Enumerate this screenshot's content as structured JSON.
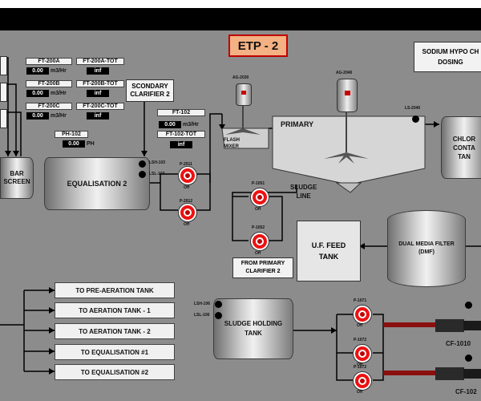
{
  "title": "ETP - 2",
  "colors": {
    "accent": "#f4b183",
    "accent_border": "#c00000",
    "background": "#8c8c8c",
    "pump": "#e11111"
  },
  "flow_meters": [
    {
      "tag": "FT-200A",
      "value": "0.00",
      "unit": "m3/Hr"
    },
    {
      "tag": "FT-200B",
      "value": "0.00",
      "unit": "m3/Hr"
    },
    {
      "tag": "FT-200C",
      "value": "0.00",
      "unit": "m3/Hr"
    }
  ],
  "totalizers": [
    {
      "tag": "FT-200A-TOT",
      "value": "inf"
    },
    {
      "tag": "FT-200B-TOT",
      "value": "inf"
    },
    {
      "tag": "FT-200C-TOT",
      "value": "inf"
    }
  ],
  "ft102": {
    "tag": "FT-102",
    "value": "0.00",
    "unit": "m3/Hr",
    "tot_tag": "FT-102-TOT",
    "tot_value": "inf"
  },
  "ph102": {
    "tag": "PH-102",
    "value": "0.00",
    "unit": "PH"
  },
  "labels": {
    "scondary_clarifier": "SCONDARY\nCLARIFIER 2",
    "sodium_hypo": "SODIUM HYPO CH\nDOSING",
    "bar_screen": "BAR\nSCREEN",
    "equalisation": "EQUALISATION 2",
    "flash_mixer": "FLASH\nMIXER",
    "primary": "PRIMARY",
    "sludge_line": "SLUDGE\nLINE",
    "chlor_tank": "CHLOR\nCONTA\nTAN",
    "uf_feed_tank": "U.F. FEED\nTANK",
    "dmf": "DUAL MEDIA FILTER\n(DMF)",
    "from_primary": "FROM PRIMARY\nCLARIFIER 2",
    "sludge_holding": "SLUDGE HOLDING\nTANK",
    "ag2030": "AG-2030",
    "ag2040": "AG-2040",
    "ls2040": "LS-2040",
    "lsh103": "LSH-103",
    "lsl103": "LSL-103",
    "lsh106": "LSH-106",
    "lsl106": "LSL-106",
    "cf1010": "CF-1010",
    "cf1020": "CF-102"
  },
  "pumps": [
    {
      "tag": "P-2011",
      "state": "Off"
    },
    {
      "tag": "P-2012",
      "state": "Off"
    },
    {
      "tag": "P-1051",
      "state": "Off"
    },
    {
      "tag": "P-1052",
      "state": "Off"
    },
    {
      "tag": "P-1071",
      "state": "Off"
    },
    {
      "tag": "P-1072",
      "state": "Off"
    },
    {
      "tag": "P-1072",
      "state": "Off"
    }
  ],
  "destinations": [
    "TO PRE-AERATION TANK",
    "TO AERATION TANK - 1",
    "TO AERATION TANK - 2",
    "TO EQUALISATION #1",
    "TO EQUALISATION #2"
  ]
}
